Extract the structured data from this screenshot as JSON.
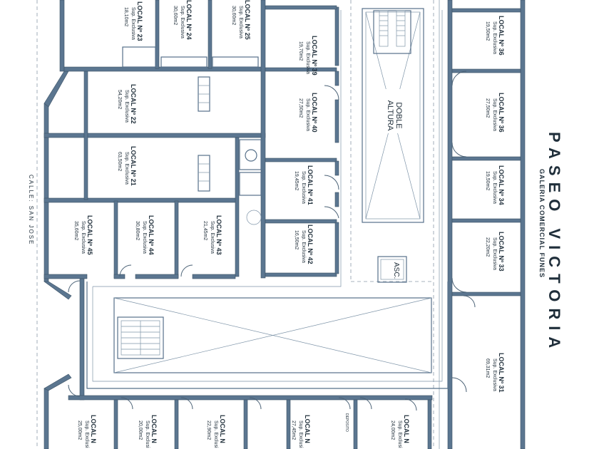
{
  "title": "PASEO VICTORIA",
  "subtitle": "GALERIA COMERCIAL FUNES",
  "street": "CALLE: SAN JOSE",
  "void_label": "DOBLE ALTURA",
  "elevator_label": "ASC.",
  "deposit_label": "DEPOSITO",
  "units": [
    {
      "id": "23",
      "name": "LOCAL Nº 23",
      "sup": "Sup. Exclusiva",
      "area": "18,10m2"
    },
    {
      "id": "24",
      "name": "LOCAL Nº 24",
      "sup": "Sup. Exclusiva",
      "area": "30,60m2"
    },
    {
      "id": "25",
      "name": "LOCAL Nº 25",
      "sup": "Sup. Exclusiva",
      "area": "30,60m2"
    },
    {
      "id": "39",
      "name": "LOCAL Nº 39",
      "sup": "Sup. Exclusiva",
      "area": "19,70m2"
    },
    {
      "id": "36a",
      "name": "LOCAL Nº 36",
      "sup": "Sup. Exclusiva",
      "area": "19,50m2"
    },
    {
      "id": "22",
      "name": "LOCAL Nº 22",
      "sup": "Sup. Exclusiva",
      "area": "54,20m2"
    },
    {
      "id": "40",
      "name": "LOCAL Nº 40",
      "sup": "Sup. Exclusiva",
      "area": "27,50m2"
    },
    {
      "id": "36b",
      "name": "LOCAL Nº 36",
      "sup": "Sup. Exclusiva",
      "area": "27,50m2"
    },
    {
      "id": "21",
      "name": "LOCAL Nº 21",
      "sup": "Sup. Exclusiva",
      "area": "63,50m2"
    },
    {
      "id": "41",
      "name": "LOCAL Nº 41",
      "sup": "Sup. Exclusiva",
      "area": "19,45m2"
    },
    {
      "id": "34",
      "name": "LOCAL Nº 34",
      "sup": "Sup. Exclusiva",
      "area": "19,50m2"
    },
    {
      "id": "42",
      "name": "LOCAL Nº 42",
      "sup": "Sup. Exclusiva",
      "area": "16,50m2"
    },
    {
      "id": "45",
      "name": "LOCAL Nº 45",
      "sup": "Sup. Exclusiva",
      "area": "35,60m2"
    },
    {
      "id": "44",
      "name": "LOCAL Nº 44",
      "sup": "Sup. Exclusiva",
      "area": "30,80m2"
    },
    {
      "id": "43",
      "name": "LOCAL Nº 43",
      "sup": "Sup. Exclusiva",
      "area": "21,45m2"
    },
    {
      "id": "33",
      "name": "LOCAL Nº 33",
      "sup": "Sup. Exclusiva",
      "area": "22,20m2"
    },
    {
      "id": "31",
      "name": "LOCAL Nº 31",
      "sup": "Sup. Exclusiva",
      "area": "69,31m2"
    },
    {
      "id": "b1",
      "name": "LOCAL N",
      "sup": "Sup. Exclusi",
      "area": "25,00m2"
    },
    {
      "id": "b2",
      "name": "LOCAL N",
      "sup": "Sup. Exclusi",
      "area": "20,00m2"
    },
    {
      "id": "b3",
      "name": "LOCAL N",
      "sup": "Sup. Exclusi",
      "area": "22,90m2"
    },
    {
      "id": "b4",
      "name": "LOCAL N",
      "sup": "Sup. Exclusi",
      "area": "27,45m2"
    },
    {
      "id": "b5",
      "name": "LOCAL N",
      "sup": "Sup. Exclusi",
      "area": "24,00m2"
    }
  ]
}
